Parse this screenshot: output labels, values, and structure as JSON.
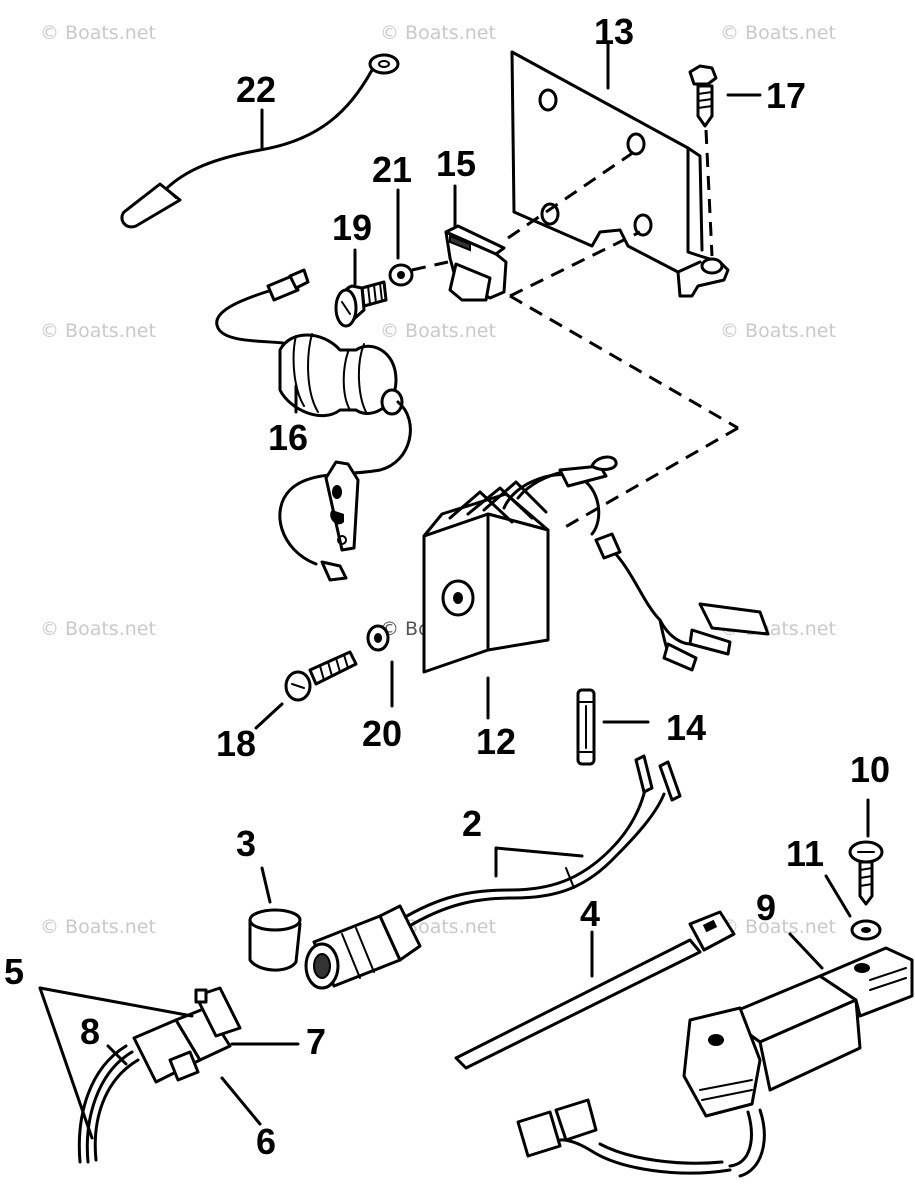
{
  "watermark": "© Boats.net",
  "callouts": {
    "n2": "2",
    "n3": "3",
    "n4": "4",
    "n5": "5",
    "n6": "6",
    "n7": "7",
    "n8": "8",
    "n9": "9",
    "n10": "10",
    "n11": "11",
    "n12": "12",
    "n13": "13",
    "n14": "14",
    "n15": "15",
    "n16": "16",
    "n17": "17",
    "n18": "18",
    "n19": "19",
    "n20": "20",
    "n21": "21",
    "n22": "22"
  }
}
